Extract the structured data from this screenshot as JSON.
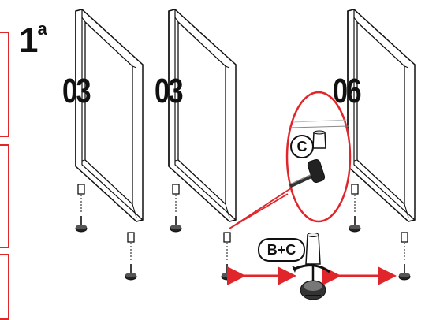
{
  "step": {
    "number": "1",
    "suffix": "a"
  },
  "quantities": [
    "03",
    "03",
    "06"
  ],
  "callouts": {
    "zoom_part": "C",
    "assembly": "B+C"
  },
  "colors": {
    "accent": "#e0262b",
    "line": "#111111"
  }
}
